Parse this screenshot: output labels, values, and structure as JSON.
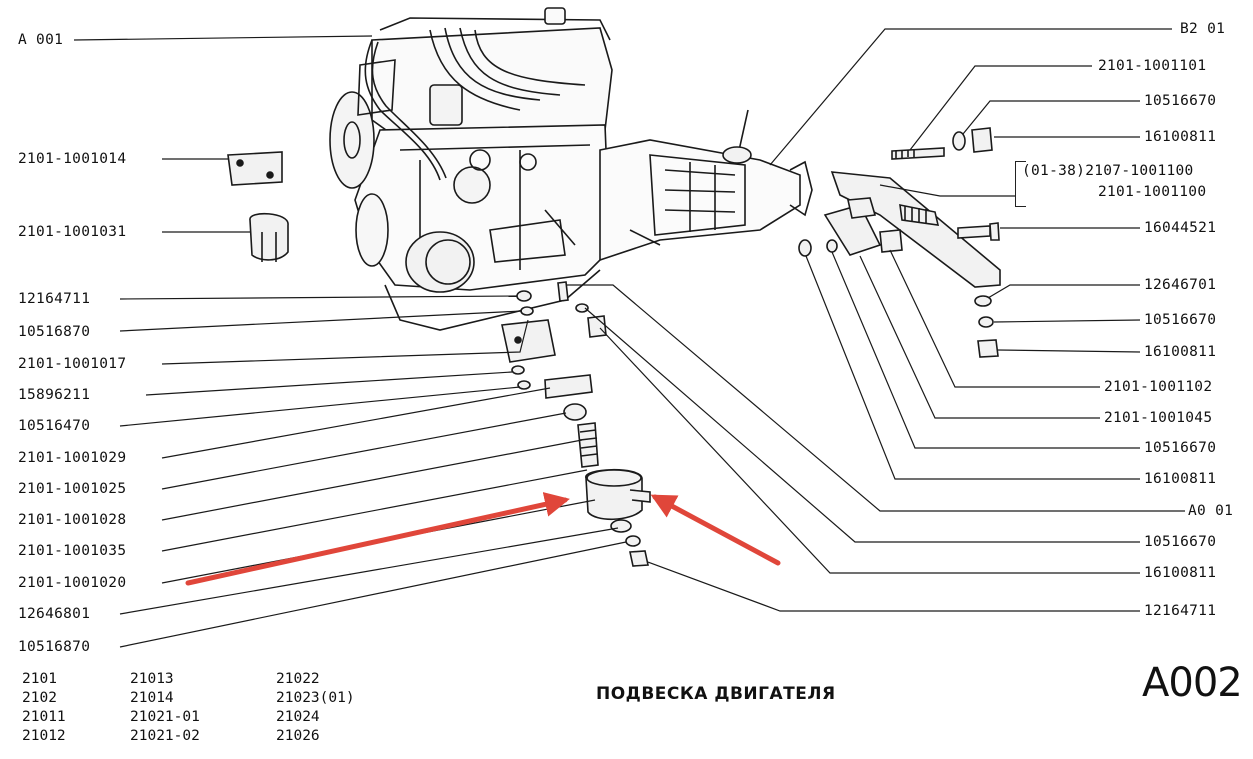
{
  "diagram": {
    "title": "ПОДВЕСКА ДВИГАТЕЛЯ",
    "page_code": "A002",
    "colors": {
      "line": "#1a1a1a",
      "arrow": "#e0463a",
      "paper": "#ffffff"
    },
    "left_labels": [
      "A 001",
      "2101-1001014",
      "2101-1001031",
      "12164711",
      "10516870",
      "2101-1001017",
      "15896211",
      "10516470",
      "2101-1001029",
      "2101-1001025",
      "2101-1001028",
      "2101-1001035",
      "2101-1001020",
      "12646801",
      "10516870"
    ],
    "right_labels": [
      "B2 01",
      "2101-1001101",
      "10516670",
      "16100811",
      "(01-38)2107-1001100",
      "2101-1001100",
      "16044521",
      "12646701",
      "10516670",
      "16100811",
      "2101-1001102",
      "2101-1001045",
      "10516670",
      "16100811",
      "A0 01",
      "10516670",
      "16100811",
      "12164711"
    ],
    "models": {
      "col1": [
        "2101",
        "2102",
        "21011",
        "21012"
      ],
      "col2": [
        "21013",
        "21014",
        "21021-01",
        "21021-02"
      ],
      "col3": [
        "21022",
        "21023(01)",
        "21024",
        "21026"
      ]
    }
  }
}
